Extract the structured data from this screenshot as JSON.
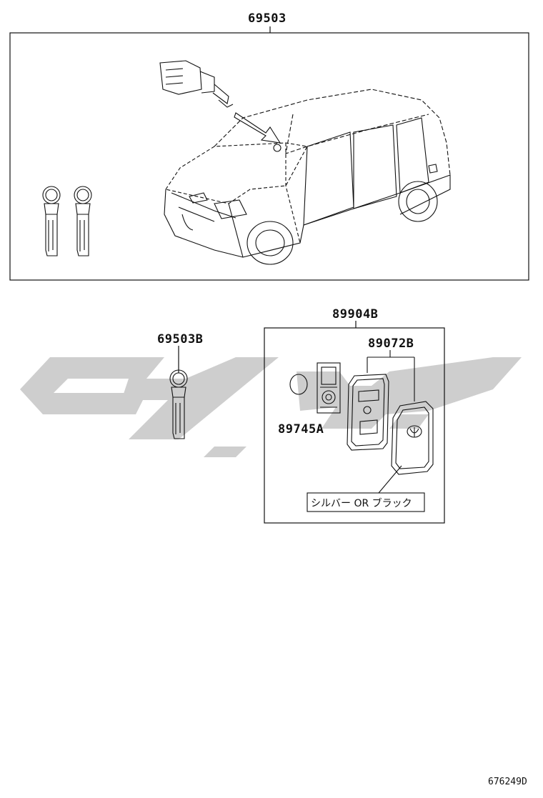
{
  "parts": {
    "assembly_set": "69503",
    "spare_key": "69503B",
    "smart_key_assembly": "89904B",
    "transmitter_housing": "89072B",
    "battery": "89745A"
  },
  "note": "シルバー OR ブラック",
  "diagram_id": "676249D",
  "watermark_color": "#c9c9c9"
}
